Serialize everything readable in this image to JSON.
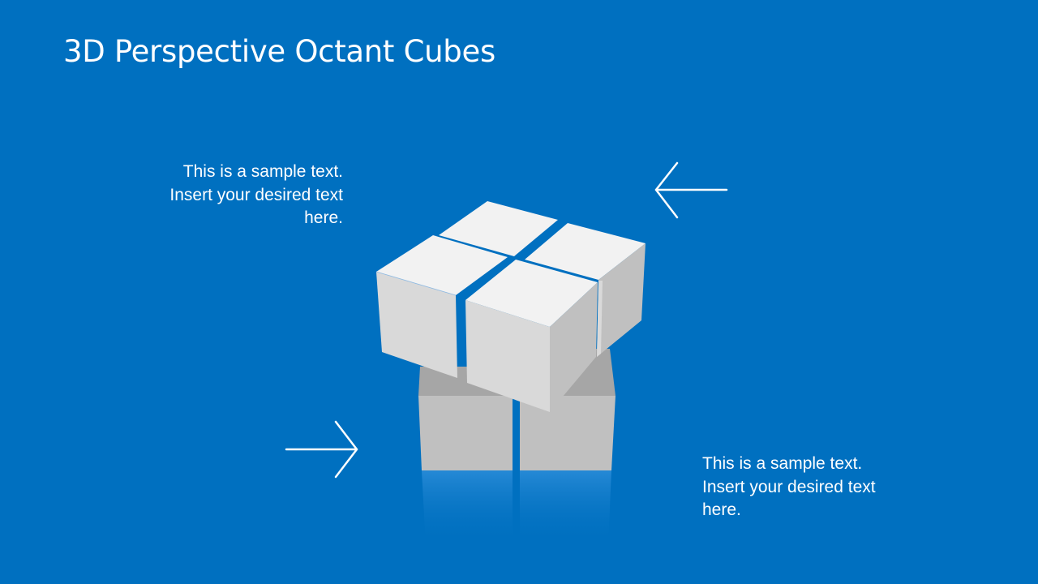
{
  "slide": {
    "title": "3D Perspective Octant Cubes",
    "background_color": "#0070C0",
    "captions": [
      {
        "position": "top-left",
        "lines": [
          "This is a sample text.",
          "Insert your desired text",
          "here."
        ]
      },
      {
        "position": "bottom-right",
        "lines": [
          "This is a sample text.",
          "Insert your desired text",
          "here."
        ]
      }
    ],
    "arrows": [
      {
        "direction": "left",
        "icon": "arrow-left-icon"
      },
      {
        "direction": "right",
        "icon": "arrow-right-icon"
      }
    ],
    "graphic": {
      "name": "octant-cubes",
      "top_cube_count": 4,
      "bottom_cube_count": 2,
      "colors": {
        "top_face": "#F2F2F2",
        "front_face": "#D9D9D9",
        "side_face": "#C0C0C0",
        "shadow": "#A6A6A6",
        "reflection": "#1F86D4"
      }
    }
  }
}
